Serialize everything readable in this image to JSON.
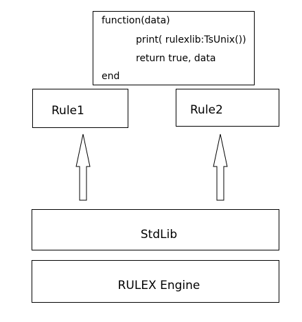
{
  "code": {
    "line1": "function(data)",
    "line2": "print( rulexlib:TsUnix())",
    "line3": "return true, data",
    "line4": "end"
  },
  "rules": {
    "rule1": "Rule1",
    "rule2": "Rule2"
  },
  "layers": {
    "stdlib": "StdLib",
    "engine": "RULEX Engine"
  },
  "colors": {
    "stroke": "#000000",
    "fill": "#ffffff"
  }
}
